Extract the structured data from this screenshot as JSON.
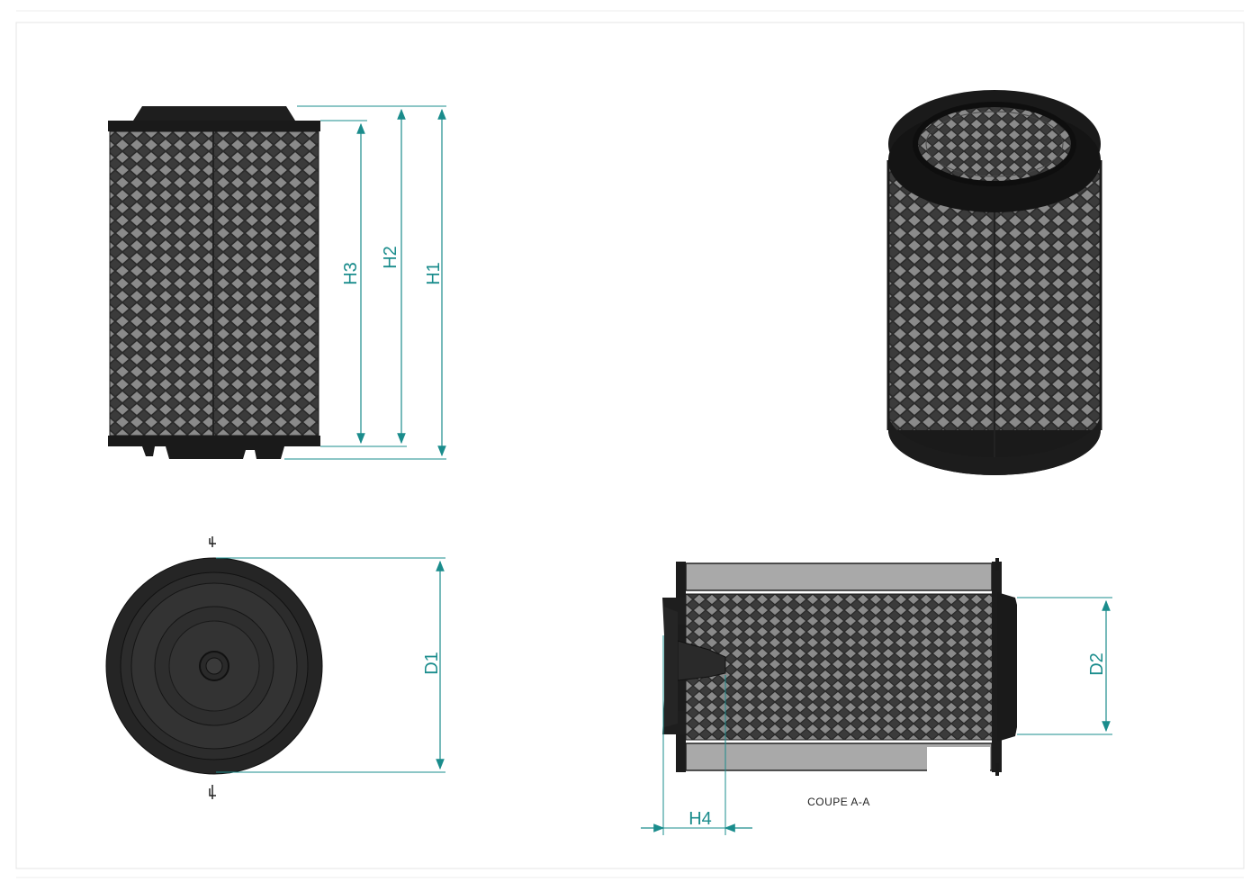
{
  "colors": {
    "dimension": "#1a8c8c",
    "body": "#3a3a3a",
    "cap": "#1c1c1c",
    "mesh_light": "#8f8f8f",
    "section_gray": "#a9a9a9",
    "frame": "#d8d8d8"
  },
  "dimensions": {
    "h1": "H1",
    "h2": "H2",
    "h3": "H3",
    "h4": "H4",
    "d1": "D1",
    "d2": "D2"
  },
  "section": {
    "caption": "COUPE A-A"
  }
}
